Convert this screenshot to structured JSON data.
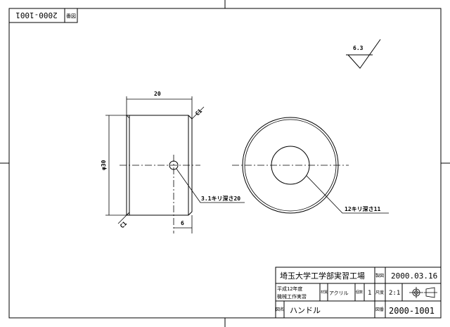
{
  "corner_box": {
    "drawing_number_inverted": "2000-1001",
    "label": "番図"
  },
  "surface_finish": {
    "value": "6.3"
  },
  "front_view": {
    "width_dim": "20",
    "diameter_dim": "φ30",
    "chamfer_top": "C1",
    "chamfer_bottom": "C1",
    "hole_offset_dim": "6",
    "hole_note": "3.1キリ深さ20"
  },
  "side_view": {
    "bore_note": "12キリ深さ11"
  },
  "title_block": {
    "organization": "埼玉大学工学部実習工場",
    "drawn_label": "製図",
    "date": "2000.03.16",
    "course_line1": "平成12年度",
    "course_line2": "機械工作実習",
    "material_label": "材質",
    "material": "アクリル",
    "quantity_label": "個数",
    "quantity": "1",
    "scale_label": "尺度",
    "scale": "2:1",
    "name_label": "図名",
    "part_name": "ハンドル",
    "number_label": "図番",
    "drawing_number": "2000-1001"
  }
}
